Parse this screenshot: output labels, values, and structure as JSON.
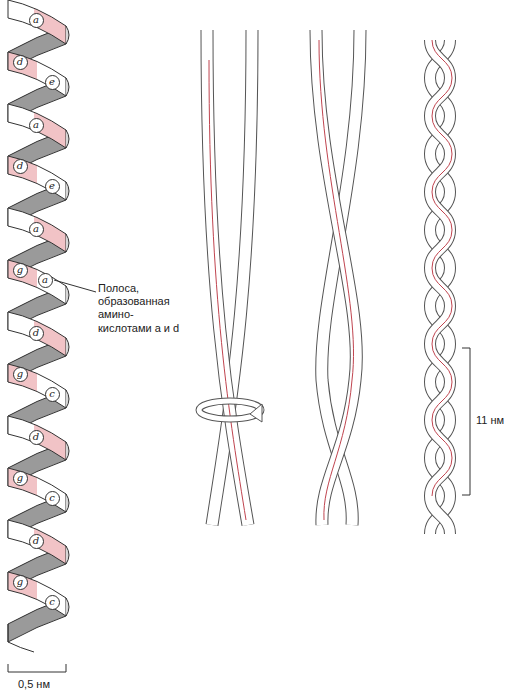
{
  "diagram": {
    "nodes": [
      {
        "text": [
          "a"
        ]
      },
      {
        "text": [
          "d"
        ]
      },
      {
        "text": [
          "e"
        ]
      },
      {
        "text": [
          "a"
        ]
      },
      {
        "text": [
          "d"
        ]
      },
      {
        "text": [
          "e"
        ]
      },
      {
        "text": [
          "a"
        ]
      },
      {
        "text": [
          "g"
        ]
      },
      {
        "text": [
          "a"
        ]
      },
      {
        "text": [
          "d"
        ]
      },
      {
        "text": [
          "g"
        ]
      },
      {
        "text": [
          "c"
        ]
      },
      {
        "text": [
          "d"
        ]
      },
      {
        "text": [
          "g"
        ]
      },
      {
        "text": [
          "c"
        ]
      },
      {
        "text": [
          "d"
        ]
      },
      {
        "text": [
          "g"
        ]
      },
      {
        "text": [
          "c"
        ]
      }
    ],
    "labels": [
      "Полоса, образованная амино- кислотами a и d",
      "11 нм",
      "0,5 нм"
    ]
  }
}
